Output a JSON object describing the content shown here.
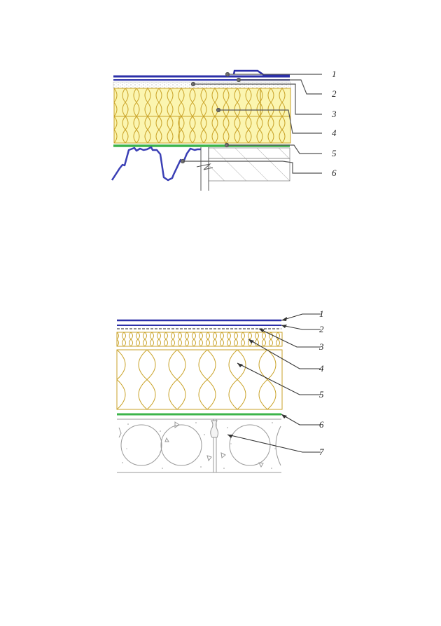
{
  "diagram1": {
    "labels": [
      "1",
      "2",
      "3",
      "4",
      "5",
      "6"
    ],
    "colors": {
      "membrane": "#2b2fa8",
      "insulation_fill": "#fbf5b0",
      "insulation_line": "#c9a227",
      "vapor_barrier": "#3cb44b",
      "leader": "#555555",
      "deck": "#3a3fb5"
    }
  },
  "diagram2": {
    "labels": [
      "1",
      "2",
      "3",
      "4",
      "5",
      "6",
      "7"
    ],
    "colors": {
      "membrane": "#2b2fa8",
      "insulation_line": "#c9a227",
      "vapor_barrier": "#3cb44b",
      "leader": "#333333",
      "slab": "#999999"
    }
  }
}
